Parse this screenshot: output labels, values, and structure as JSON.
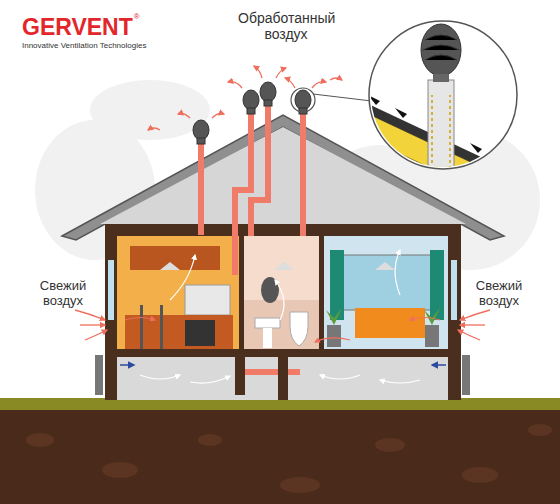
{
  "diagram": {
    "labels": [
      "GERVENT",
      "®",
      "Innovative Ventilation Technologies",
      "Обработанный воздух",
      "Свежий воздух",
      "Свежий воздух"
    ]
  }
}
